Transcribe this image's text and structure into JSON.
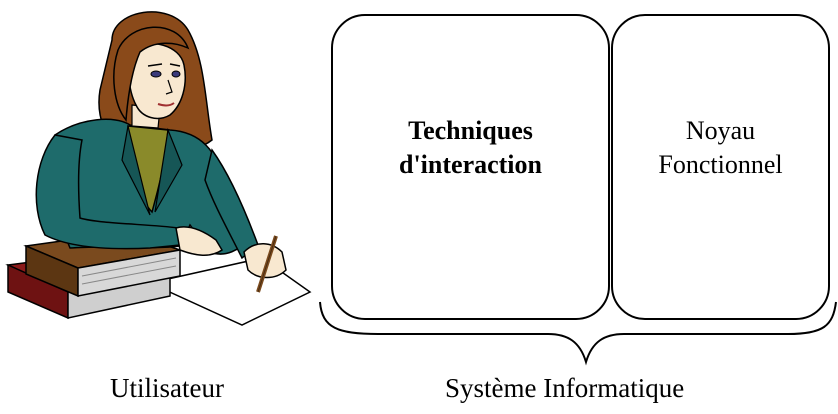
{
  "user": {
    "illustration": "woman-writing-at-desk-with-books",
    "label": "Utilisateur"
  },
  "system": {
    "label": "Système Informatique",
    "boxes": [
      {
        "line1": "Techniques",
        "line2": "d'interaction",
        "bold": true
      },
      {
        "line1": "Noyau",
        "line2": "Fonctionnel",
        "bold": false
      }
    ]
  },
  "colors": {
    "jacket": "#1e6b6b",
    "hair": "#8a4a1a",
    "shirt": "#8a8a2a",
    "skin": "#f8e8d0",
    "book_brown": "#7a4a1e",
    "book_red": "#8b1a1a",
    "book_pages": "#d0d0d0"
  }
}
